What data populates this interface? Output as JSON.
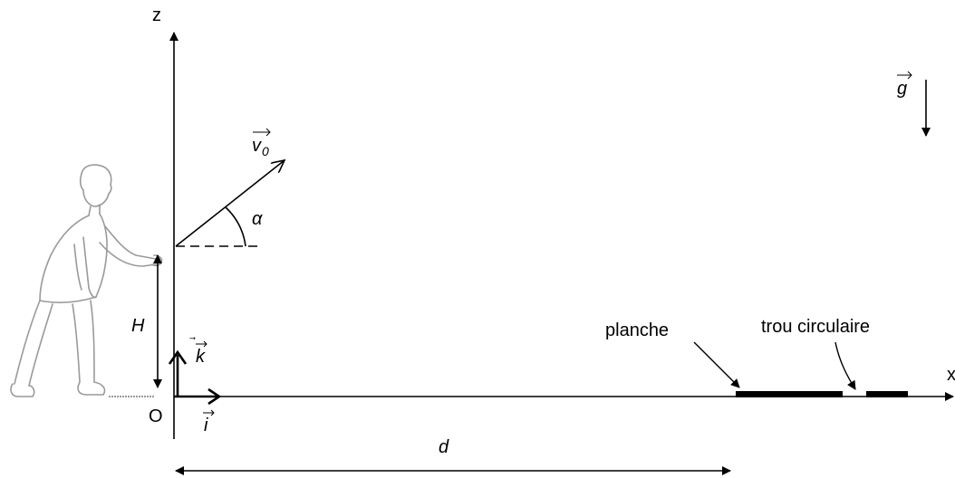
{
  "labels": {
    "z_axis": "z",
    "x_axis": "x",
    "origin": "O",
    "gravity": "g",
    "velocity": "v",
    "velocity_subscript": "0",
    "angle": "α",
    "height": "H",
    "unit_k": "k",
    "unit_i": "i",
    "distance": "d",
    "board": "planche",
    "hole": "trou circulaire"
  },
  "colors": {
    "ink": "#000000",
    "figure_outline": "#9a9a9a"
  },
  "figure": {
    "icon": "person-throwing-icon"
  }
}
